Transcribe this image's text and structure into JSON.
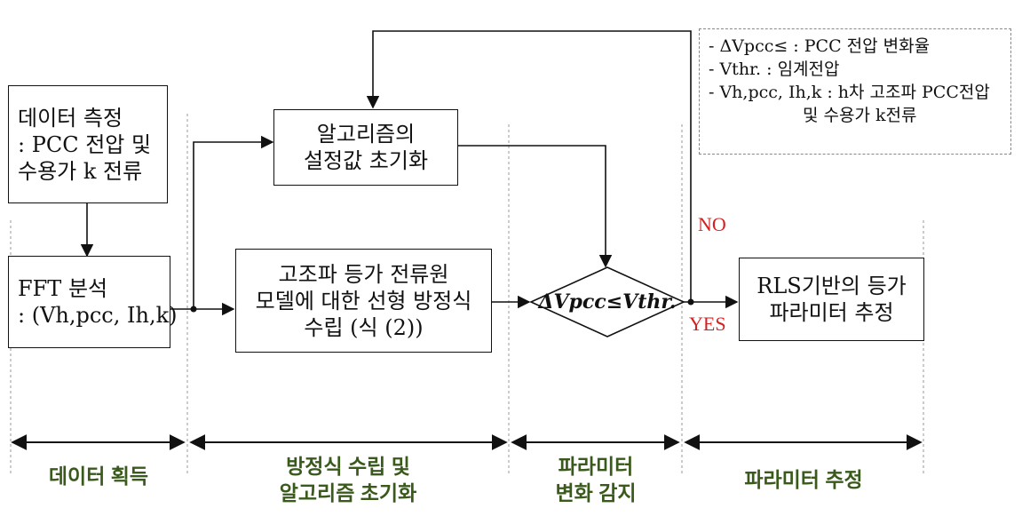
{
  "boxes": {
    "data_measure": {
      "line1": "데이터 측정",
      "line2": ": PCC 전압 및",
      "line3": "수용가 k 전류"
    },
    "fft": {
      "line1": "FFT 분석",
      "line2": ": (Vh,pcc, Ih,k)"
    },
    "init": {
      "line1": "알고리즘의",
      "line2": "설정값 초기화"
    },
    "equation": {
      "line1": "고조파 등가 전류원",
      "line2": "모델에 대한 선형 방정식",
      "line3": "수립 (식 (2))"
    },
    "decision": "ΔVpcc≤Vthr.",
    "rls": {
      "line1": "RLS기반의 등가",
      "line2": "파라미터 추정"
    }
  },
  "legend": {
    "item1": "- ΔVpcc≤ : PCC 전압 변화율",
    "item2": "- Vthr. : 임계전압",
    "item3a": "- Vh,pcc, Ih,k : h차 고조파 PCC전압",
    "item3b": "및 수용가 k전류"
  },
  "branches": {
    "no": "NO",
    "yes": "YES"
  },
  "stages": {
    "s1": "데이터 획득",
    "s2a": "방정식 수립 및",
    "s2b": "알고리즘 초기화",
    "s3a": "파라미터",
    "s3b": "변화 감지",
    "s4": "파라미터 추정"
  }
}
